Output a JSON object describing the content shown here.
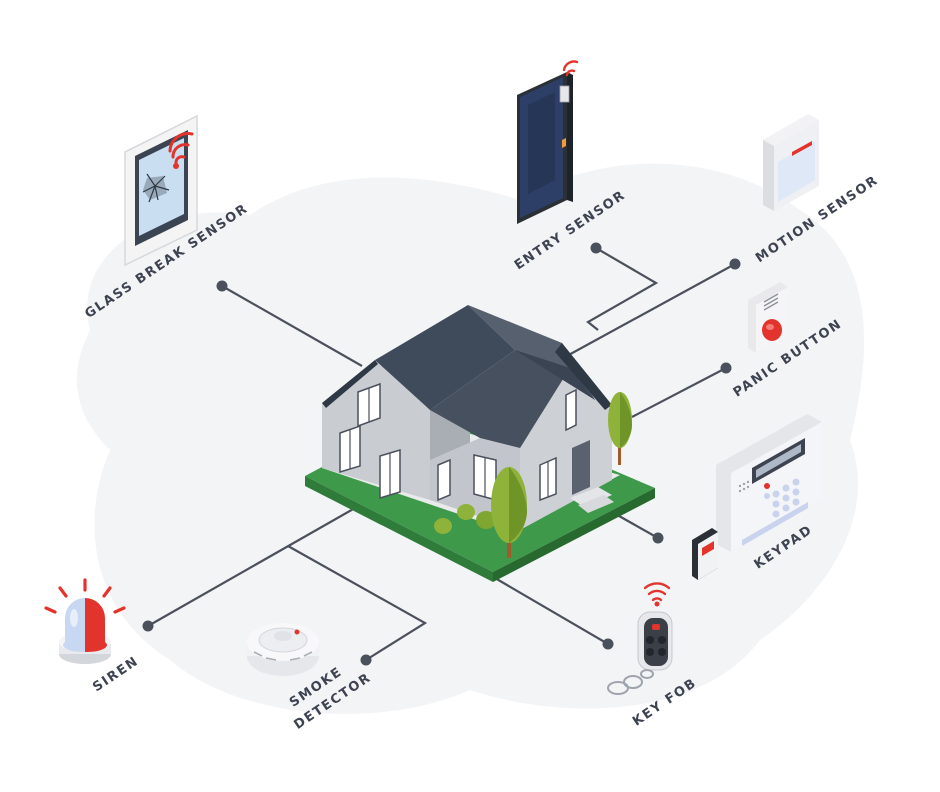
{
  "diagram": {
    "labels": {
      "glass_break_sensor": "GLASS BREAK SENSOR",
      "entry_sensor": "ENTRY SENSOR",
      "motion_sensor": "MOTION SENSOR",
      "panic_button": "PANIC BUTTON",
      "keypad": "KEYPAD",
      "key_fob": "KEY FOB",
      "smoke_detector_line1": "SMOKE",
      "smoke_detector_line2": "DETECTOR",
      "siren": "SIREN"
    },
    "colors": {
      "connector": "#4b515c",
      "roof_light": "#56606f",
      "roof_dark": "#3f4a5b",
      "wall": "#c9ccd1",
      "wall_shade": "#a9adb4",
      "lawn": "#3e9a4a",
      "alert_red": "#e2342d",
      "door_blue": "#2d3f66",
      "background_blob": "#f3f4f6"
    },
    "icons": [
      "window-glass-break-icon",
      "door-sensor-icon",
      "motion-sensor-icon",
      "panic-button-icon",
      "keypad-icon",
      "key-fob-icon",
      "smoke-detector-icon",
      "siren-icon",
      "house-icon"
    ]
  }
}
